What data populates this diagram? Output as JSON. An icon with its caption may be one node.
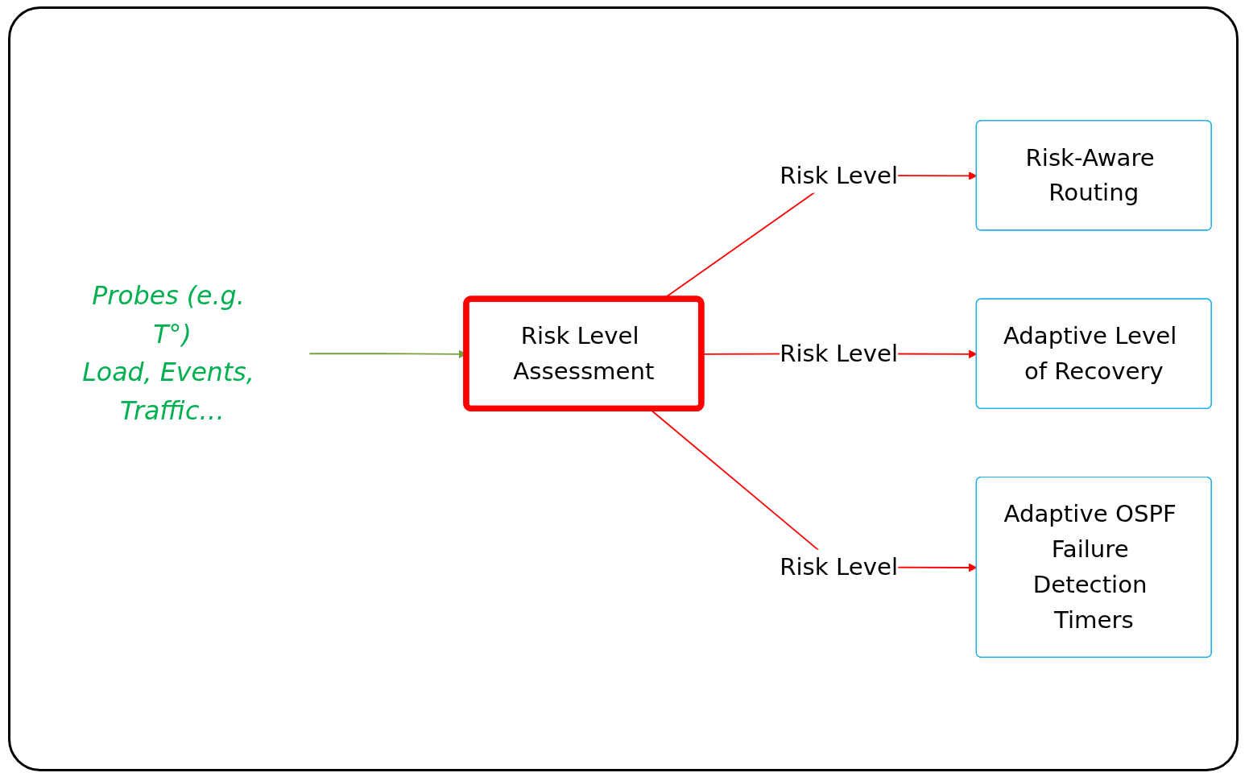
{
  "diagram": {
    "nodes": [
      {
        "text": [
          "Risk Level Assessment"
        ]
      },
      {
        "text": [
          "Risk-Aware Routing"
        ]
      },
      {
        "text": [
          "Adaptive Level of Recovery"
        ]
      },
      {
        "text": [
          "Adaptive OSPF Failure Detection Timers"
        ]
      },
      {
        "text": [
          "Probes (e.g. T°)",
          "Load, Events, Traffic…"
        ]
      }
    ],
    "edges": [
      {
        "from": 0,
        "to": 1,
        "arrow": "to",
        "label": "Risk Level"
      },
      {
        "from": 0,
        "to": 2,
        "arrow": "to",
        "label": "Risk Level"
      },
      {
        "from": 0,
        "to": 3,
        "arrow": "to",
        "label": "Risk Level"
      },
      {
        "from": 4,
        "to": 0,
        "arrow": "to",
        "color": "#77a03f"
      }
    ]
  }
}
